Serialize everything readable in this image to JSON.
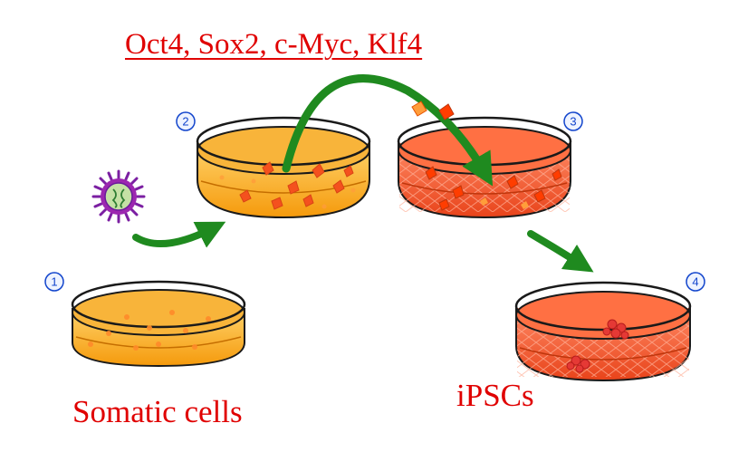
{
  "title": "Oct4, Sox2, c-Myc, Klf4",
  "labels": {
    "somatic": "Somatic cells",
    "ipsc": "iPSCs"
  },
  "steps": [
    "1",
    "2",
    "3",
    "4"
  ],
  "icons": {
    "virus": "virus-icon",
    "dish": "petri-dish-icon",
    "arrow": "green-arrow-icon"
  },
  "colors": {
    "label_red": "#e00000",
    "arrow_green": "#1f8a1f",
    "dish_orange": "#f9a825",
    "dish_red": "#f4511e",
    "virus_purple": "#8e24aa",
    "step_blue": "#1144cc"
  }
}
